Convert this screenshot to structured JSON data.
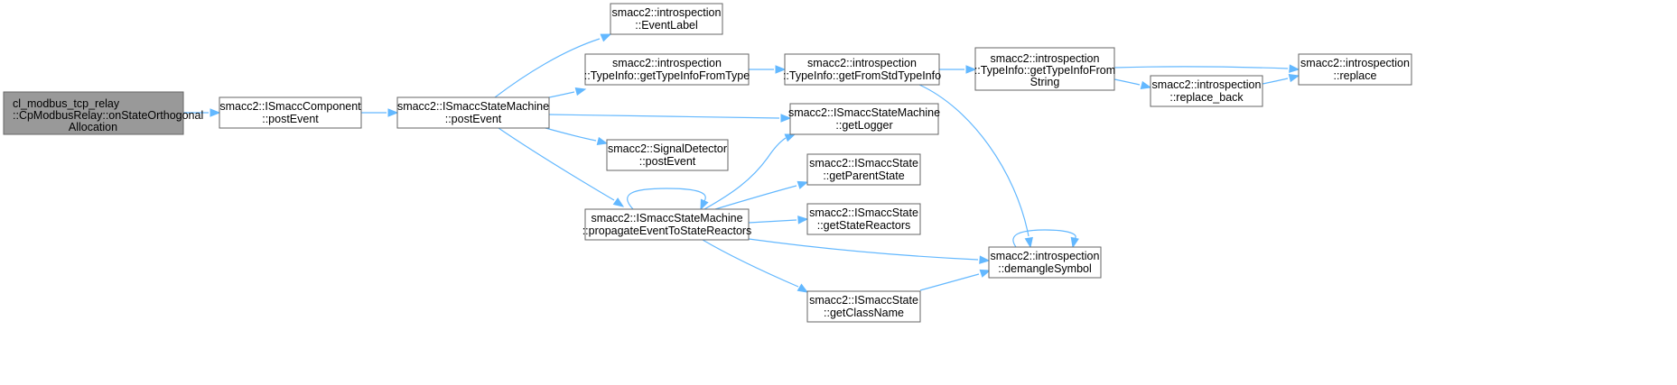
{
  "theme": {
    "edge_color": "#63b8ff",
    "root_fill": "#999999",
    "node_border": "#666666"
  },
  "nodes": {
    "root": {
      "lines": [
        "cl_modbus_tcp_relay",
        "::CpModbusRelay::onStateOrthogonal",
        "Allocation"
      ]
    },
    "component_post": {
      "lines": [
        "smacc2::ISmaccComponent",
        "::postEvent"
      ]
    },
    "sm_post": {
      "lines": [
        "smacc2::ISmaccStateMachine",
        "::postEvent"
      ]
    },
    "event_label": {
      "lines": [
        "smacc2::introspection",
        "::EventLabel"
      ]
    },
    "type_from_type": {
      "lines": [
        "smacc2::introspection",
        "::TypeInfo::getTypeInfoFromType"
      ]
    },
    "signal_post": {
      "lines": [
        "smacc2::SignalDetector",
        "::postEvent"
      ]
    },
    "propagate": {
      "lines": [
        "smacc2::ISmaccStateMachine",
        "::propagateEventToStateReactors"
      ]
    },
    "from_std": {
      "lines": [
        "smacc2::introspection",
        "::TypeInfo::getFromStdTypeInfo"
      ]
    },
    "get_logger": {
      "lines": [
        "smacc2::ISmaccStateMachine",
        "::getLogger"
      ]
    },
    "parent_state": {
      "lines": [
        "smacc2::ISmaccState",
        "::getParentState"
      ]
    },
    "state_reactors": {
      "lines": [
        "smacc2::ISmaccState",
        "::getStateReactors"
      ]
    },
    "class_name": {
      "lines": [
        "smacc2::ISmaccState",
        "::getClassName"
      ]
    },
    "from_string": {
      "lines": [
        "smacc2::introspection",
        "::TypeInfo::getTypeInfoFrom",
        "String"
      ]
    },
    "demangle": {
      "lines": [
        "smacc2::introspection",
        "::demangleSymbol"
      ]
    },
    "replace_back": {
      "lines": [
        "smacc2::introspection",
        "::replace_back"
      ]
    },
    "replace": {
      "lines": [
        "smacc2::introspection",
        "::replace"
      ]
    }
  },
  "edges": [
    {
      "from": "root",
      "to": "component_post"
    },
    {
      "from": "component_post",
      "to": "sm_post"
    },
    {
      "from": "sm_post",
      "to": "event_label"
    },
    {
      "from": "sm_post",
      "to": "type_from_type"
    },
    {
      "from": "sm_post",
      "to": "get_logger"
    },
    {
      "from": "sm_post",
      "to": "signal_post"
    },
    {
      "from": "sm_post",
      "to": "propagate"
    },
    {
      "from": "type_from_type",
      "to": "from_std"
    },
    {
      "from": "from_std",
      "to": "from_string"
    },
    {
      "from": "from_std",
      "to": "demangle"
    },
    {
      "from": "from_string",
      "to": "replace"
    },
    {
      "from": "from_string",
      "to": "replace_back"
    },
    {
      "from": "replace_back",
      "to": "replace"
    },
    {
      "from": "propagate",
      "to": "propagate"
    },
    {
      "from": "propagate",
      "to": "get_logger"
    },
    {
      "from": "propagate",
      "to": "parent_state"
    },
    {
      "from": "propagate",
      "to": "state_reactors"
    },
    {
      "from": "propagate",
      "to": "demangle"
    },
    {
      "from": "propagate",
      "to": "class_name"
    },
    {
      "from": "class_name",
      "to": "demangle"
    },
    {
      "from": "demangle",
      "to": "demangle"
    }
  ]
}
